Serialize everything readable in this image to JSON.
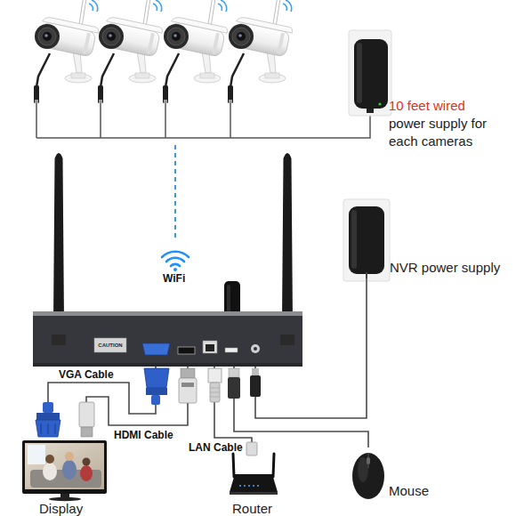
{
  "diagram": {
    "nodes": [
      {
        "text": [
          "10 feet wired",
          "power supply for each cameras"
        ]
      },
      {
        "text": [
          "NVR power supply"
        ]
      },
      {
        "text": [
          "CAUTION"
        ]
      },
      {
        "text": [
          "Display"
        ]
      },
      {
        "text": [
          "Router"
        ]
      },
      {
        "text": [
          "Mouse"
        ]
      }
    ],
    "edges": [
      {
        "from": 1,
        "to": 2,
        "arrow": "none"
      },
      {
        "from": 2,
        "to": 3,
        "label": "VGA Cable",
        "arrow": "none"
      },
      {
        "from": 2,
        "to": 3,
        "label": "HDMI Cable",
        "arrow": "none"
      },
      {
        "from": 2,
        "to": 4,
        "label": "LAN Cable",
        "arrow": "none"
      },
      {
        "from": 2,
        "to": 5,
        "arrow": "none"
      }
    ],
    "labels": [
      "WiFi"
    ]
  }
}
